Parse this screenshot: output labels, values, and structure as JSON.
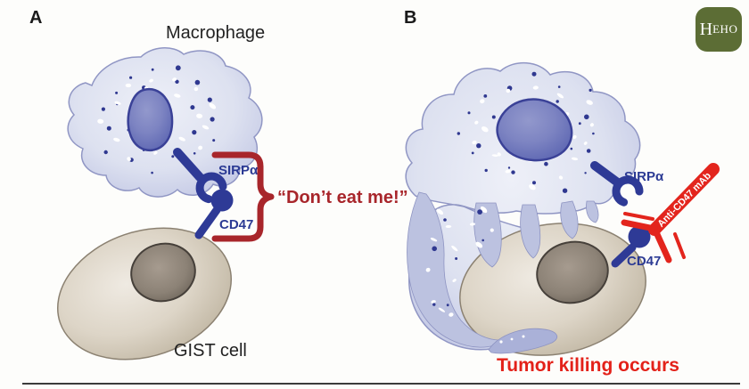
{
  "figure": {
    "panel_a": {
      "letter": "A",
      "macrophage_label": "Macrophage",
      "sirpa_label": "SIRPα",
      "cd47_label": "CD47",
      "speech_bubble": "“Don’t eat me!”",
      "cell_label": "GIST cell"
    },
    "panel_b": {
      "letter": "B",
      "sirpa_label": "SIRPα",
      "cd47_label": "CD47",
      "antibody_label": "Anti-CD47 mAb",
      "caption": "Tumor killing occurs"
    },
    "logo": {
      "initial": "H",
      "rest": "EHO",
      "bg_color": "#5c6d35",
      "text_color": "#ffffff"
    },
    "colors": {
      "receptor_blue": "#2e3a96",
      "label_blue": "#2b3a94",
      "bracket_red": "#a8262b",
      "antibody_red": "#e3251d",
      "caption_red": "#e32119",
      "macrophage_fill": "#cdd2e9",
      "macrophage_speckle": "#2f3890",
      "tumor_fill": "#d6ccbc",
      "text_black": "#1a1a1a"
    }
  }
}
